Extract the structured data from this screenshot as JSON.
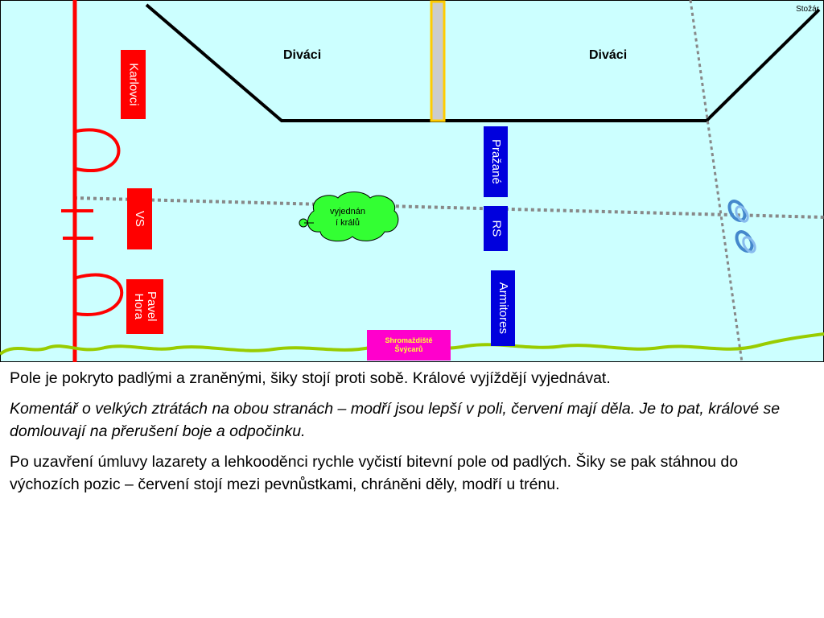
{
  "field": {
    "corner_label": "Stožár",
    "spectators_left": "Diváci",
    "spectators_right": "Diváci",
    "negotiation": {
      "line1": "vyjednán",
      "line2": "í králů"
    },
    "gathering": {
      "line1": "Shromaždiště",
      "line2": "Švýcarů"
    },
    "units": {
      "karlovci": "Karlovci",
      "vs": "VS",
      "pavel_hora": "Pavel Hora",
      "prazane": "Pražané",
      "rs": "RS",
      "armitores": "Armitores"
    },
    "colors": {
      "background": "#ccffff",
      "red_side": "#ff0000",
      "blue_side": "#0000dd",
      "grass": "#99cc00",
      "cloud": "#33ff33",
      "gathering": "#ff00cc",
      "pole": "#ffcc00"
    }
  },
  "text": {
    "p1": "Pole je pokryto padlými a zraněnými, šiky stojí proti sobě. Králové vyjíždějí vyjednávat.",
    "p2": "Komentář o velkých ztrátách na obou stranách – modří jsou lepší v poli, červení mají děla. Je to pat, králové se domlouvají na přerušení boje a odpočinku.",
    "p3": "Po uzavření úmluvy lazarety a lehkooděnci rychle vyčistí bitevní pole od padlých. Šiky se pak stáhnou do výchozích pozic – červení stojí mezi pevnůstkami, chráněni děly, modří u trénu."
  }
}
